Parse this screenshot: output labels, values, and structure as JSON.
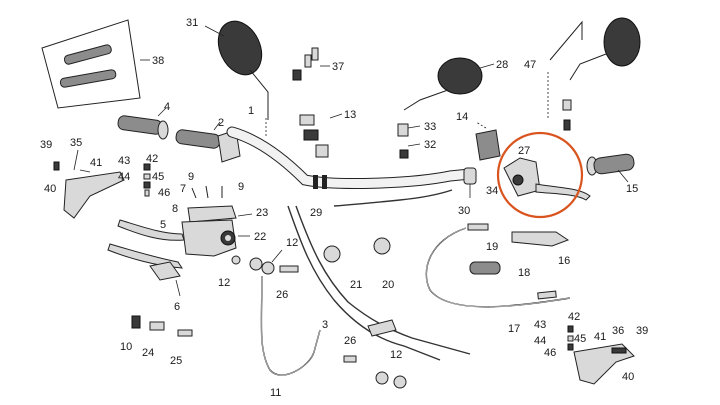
{
  "diagram": {
    "highlight_color": "#d9541e",
    "callouts": [
      {
        "id": "c31",
        "text": "31"
      },
      {
        "id": "c38",
        "text": "38"
      },
      {
        "id": "c37",
        "text": "37"
      },
      {
        "id": "c28",
        "text": "28"
      },
      {
        "id": "c47",
        "text": "47"
      },
      {
        "id": "c4",
        "text": "4"
      },
      {
        "id": "c1",
        "text": "1"
      },
      {
        "id": "c13",
        "text": "13"
      },
      {
        "id": "c2",
        "text": "2"
      },
      {
        "id": "c33",
        "text": "33"
      },
      {
        "id": "c14",
        "text": "14"
      },
      {
        "id": "c39a",
        "text": "39"
      },
      {
        "id": "c35",
        "text": "35"
      },
      {
        "id": "c32",
        "text": "32"
      },
      {
        "id": "c27",
        "text": "27"
      },
      {
        "id": "c43a",
        "text": "43"
      },
      {
        "id": "c42a",
        "text": "42"
      },
      {
        "id": "c41a",
        "text": "41"
      },
      {
        "id": "c44a",
        "text": "44"
      },
      {
        "id": "c45a",
        "text": "45"
      },
      {
        "id": "c40a",
        "text": "40"
      },
      {
        "id": "c46a",
        "text": "46"
      },
      {
        "id": "c9a",
        "text": "9"
      },
      {
        "id": "c7",
        "text": "7"
      },
      {
        "id": "c9b",
        "text": "9"
      },
      {
        "id": "c34",
        "text": "34"
      },
      {
        "id": "c15",
        "text": "15"
      },
      {
        "id": "c8",
        "text": "8"
      },
      {
        "id": "c23",
        "text": "23"
      },
      {
        "id": "c29",
        "text": "29"
      },
      {
        "id": "c30",
        "text": "30"
      },
      {
        "id": "c5",
        "text": "5"
      },
      {
        "id": "c22",
        "text": "22"
      },
      {
        "id": "c12a",
        "text": "12"
      },
      {
        "id": "c19",
        "text": "19"
      },
      {
        "id": "c16",
        "text": "16"
      },
      {
        "id": "c12b",
        "text": "12"
      },
      {
        "id": "c18",
        "text": "18"
      },
      {
        "id": "c26a",
        "text": "26"
      },
      {
        "id": "c21",
        "text": "21"
      },
      {
        "id": "c20",
        "text": "20"
      },
      {
        "id": "c6",
        "text": "6"
      },
      {
        "id": "c3",
        "text": "3"
      },
      {
        "id": "c17",
        "text": "17"
      },
      {
        "id": "c43b",
        "text": "43"
      },
      {
        "id": "c42b",
        "text": "42"
      },
      {
        "id": "c44b",
        "text": "44"
      },
      {
        "id": "c45b",
        "text": "45"
      },
      {
        "id": "c41b",
        "text": "41"
      },
      {
        "id": "c36",
        "text": "36"
      },
      {
        "id": "c39b",
        "text": "39"
      },
      {
        "id": "c10",
        "text": "10"
      },
      {
        "id": "c24",
        "text": "24"
      },
      {
        "id": "c25",
        "text": "25"
      },
      {
        "id": "c26b",
        "text": "26"
      },
      {
        "id": "c12c",
        "text": "12"
      },
      {
        "id": "c46b",
        "text": "46"
      },
      {
        "id": "c40b",
        "text": "40"
      },
      {
        "id": "c11",
        "text": "11"
      }
    ]
  }
}
